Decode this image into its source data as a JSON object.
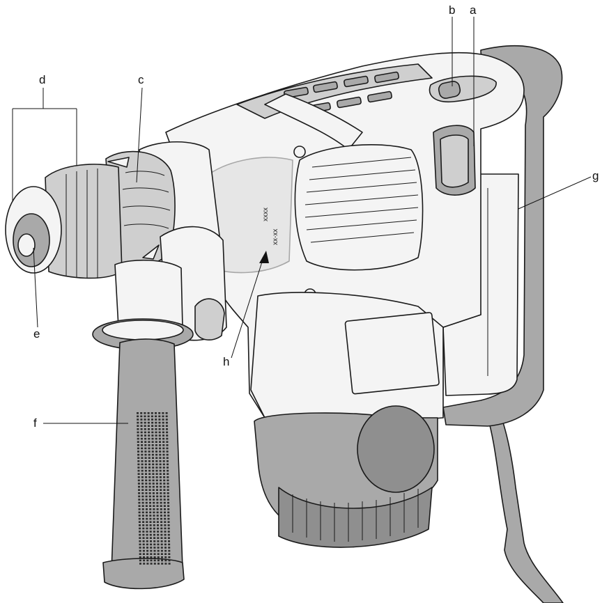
{
  "diagram": {
    "labels": {
      "a": "a",
      "b": "b",
      "c": "c",
      "d": "d",
      "e": "e",
      "f": "f",
      "g": "g",
      "h": "h"
    },
    "nameplate": {
      "line1": "xxxx",
      "line2": "xx-xx"
    },
    "colors": {
      "housing": "#f4f4f4",
      "grip": "#a9a9a9",
      "outline": "#1a1a1a"
    }
  }
}
